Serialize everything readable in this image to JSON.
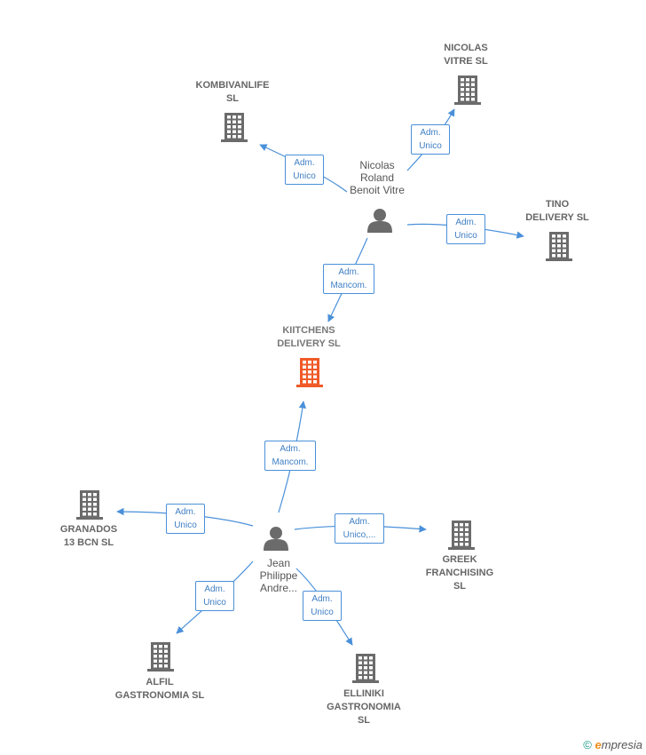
{
  "nodes": [
    {
      "id": "kiitchens",
      "type": "company",
      "label": "KIITCHENS\nDELIVERY  SL",
      "color": "#f05a28",
      "focal": true
    },
    {
      "id": "nicolas",
      "type": "person",
      "label": "Nicolas\nRoland\nBenoit Vitre",
      "color": "#6b6b6b"
    },
    {
      "id": "jean",
      "type": "person",
      "label": "Jean\nPhilippe\nAndre...",
      "color": "#6b6b6b"
    },
    {
      "id": "kombivanlife",
      "type": "company",
      "label": "KOMBIVANLIFE\nSL",
      "color": "#6b6b6b"
    },
    {
      "id": "nicolas_vitre",
      "type": "company",
      "label": "NICOLAS\nVITRE  SL",
      "color": "#6b6b6b"
    },
    {
      "id": "tino",
      "type": "company",
      "label": "TINO\nDELIVERY  SL",
      "color": "#6b6b6b"
    },
    {
      "id": "granados",
      "type": "company",
      "label": "GRANADOS\n13 BCN  SL",
      "color": "#6b6b6b"
    },
    {
      "id": "greek",
      "type": "company",
      "label": "GREEK\nFRANCHISING\nSL",
      "color": "#6b6b6b"
    },
    {
      "id": "alfil",
      "type": "company",
      "label": "ALFIL\nGASTRONOMIA SL",
      "color": "#6b6b6b"
    },
    {
      "id": "elliniki",
      "type": "company",
      "label": "ELLINIKI\nGASTRONOMIA\nSL",
      "color": "#6b6b6b"
    }
  ],
  "edges": [
    {
      "id": "e1",
      "from": "nicolas",
      "to": "kombivanlife",
      "label": "Adm.\nUnico"
    },
    {
      "id": "e2",
      "from": "nicolas",
      "to": "nicolas_vitre",
      "label": "Adm.\nUnico"
    },
    {
      "id": "e3",
      "from": "nicolas",
      "to": "tino",
      "label": "Adm.\nUnico"
    },
    {
      "id": "e4",
      "from": "nicolas",
      "to": "kiitchens",
      "label": "Adm.\nMancom."
    },
    {
      "id": "e5",
      "from": "jean",
      "to": "kiitchens",
      "label": "Adm.\nMancom."
    },
    {
      "id": "e6",
      "from": "jean",
      "to": "granados",
      "label": "Adm.\nUnico"
    },
    {
      "id": "e7",
      "from": "jean",
      "to": "greek",
      "label": "Adm.\nUnico,..."
    },
    {
      "id": "e8",
      "from": "jean",
      "to": "alfil",
      "label": "Adm.\nUnico"
    },
    {
      "id": "e9",
      "from": "jean",
      "to": "elliniki",
      "label": "Adm.\nUnico"
    }
  ],
  "colors": {
    "edge": "#4a90d9",
    "edge_label_text": "#3f7fc4",
    "building": "#6b6b6b",
    "focal_building": "#f05a28"
  },
  "footer": {
    "copyright": "©",
    "brand_e": "e",
    "brand_rest": "mpresia"
  }
}
